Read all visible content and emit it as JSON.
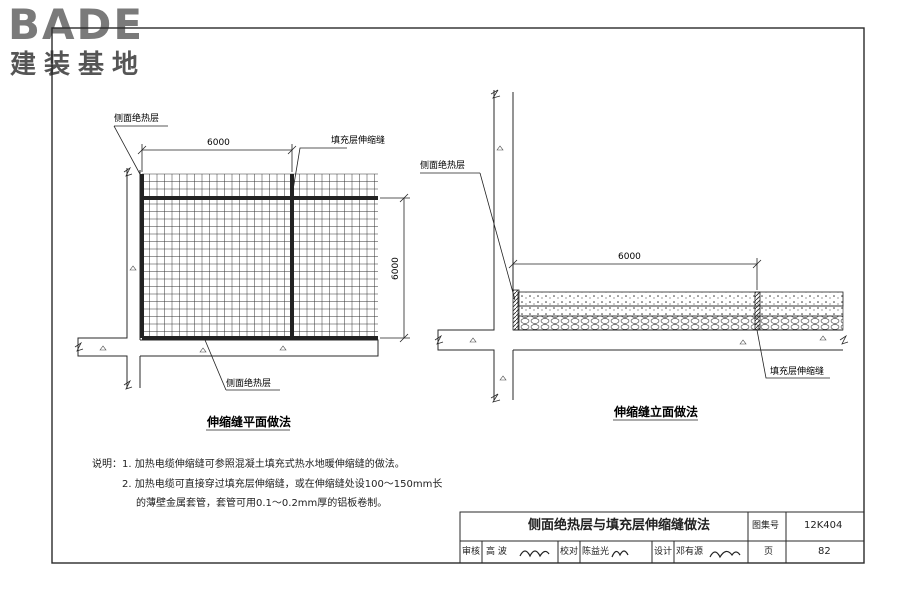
{
  "logo": {
    "text": "BADE",
    "subtitle": "建装基地"
  },
  "plan": {
    "label_side_top": "侧面绝热层",
    "label_joint": "填充层伸缩缝",
    "dim_horizontal": "6000",
    "dim_vertical": "6000",
    "label_side_bottom": "侧面绝热层",
    "title": "伸缩缝平面做法"
  },
  "elevation": {
    "label_side": "侧面绝热层",
    "dim_horizontal": "6000",
    "label_joint": "填充层伸缩缝",
    "title": "伸缩缝立面做法"
  },
  "notes": {
    "prefix": "说明：",
    "items": [
      "1.  加热电缆伸缩缝可参照混凝土填充式热水地暖伸缩缝的做法。",
      "2.  加热电缆可直接穿过填充层伸缩缝，或在伸缩缝处设100～150mm长",
      "的薄壁金属套管，套管可用0.1～0.2mm厚的铝板卷制。"
    ]
  },
  "title_block": {
    "drawing_title": "侧面绝热层与填充层伸缩缝做法",
    "atlas_label": "图集号",
    "atlas_no": "12K404",
    "review_label": "审核",
    "reviewer": "高  波",
    "check_label": "校对",
    "checker": "陈益光",
    "design_label": "设计",
    "designer": "邓有源",
    "page_label": "页",
    "page_no": "82"
  },
  "colors": {
    "line": "#2a2a2a",
    "logo": "#7a7a7a"
  }
}
